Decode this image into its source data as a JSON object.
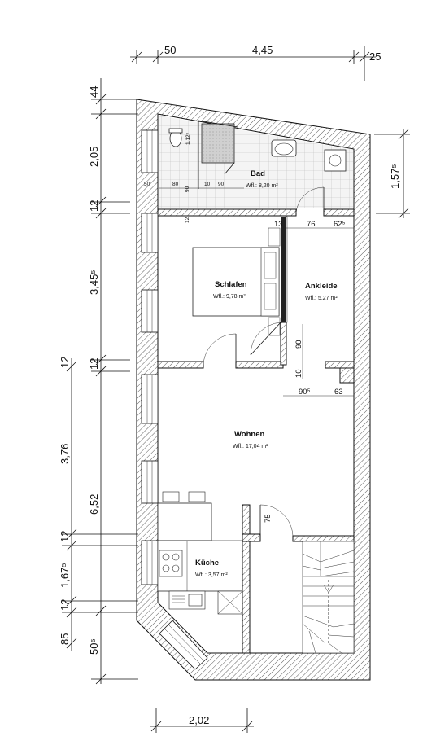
{
  "rooms": {
    "bad": {
      "name": "Bad",
      "area": "Wfl.: 8,20 m²"
    },
    "schlafen": {
      "name": "Schlafen",
      "area": "Wfl.: 9,78 m²"
    },
    "ankleide": {
      "name": "Ankleide",
      "area": "Wfl.: 5,27 m²"
    },
    "wohnen": {
      "name": "Wohnen",
      "area": "Wfl.: 17,04 m²"
    },
    "kueche": {
      "name": "Küche",
      "area": "Wfl.: 3,57 m²"
    }
  },
  "dims": {
    "top": [
      "50",
      "4,45",
      "25"
    ],
    "left_inner": [
      "44",
      "2,05",
      "12",
      "3,45⁵",
      "12"
    ],
    "left_outer": [
      "12",
      "3,76",
      "12",
      "1,67⁵",
      "12",
      "85"
    ],
    "left_total": [
      "6,52",
      "50⁵"
    ],
    "right": "1,57⁵",
    "bottom": "2,02",
    "bad_small": [
      "50",
      "80",
      "10",
      "90",
      "1,12⁵",
      "90",
      "12"
    ],
    "ankleide_top": [
      "13",
      "76",
      "62⁵"
    ],
    "ankleide_side": [
      "90",
      "10"
    ],
    "ankleide_bottom": [
      "90⁵",
      "63"
    ],
    "door_wohnen": "75"
  }
}
